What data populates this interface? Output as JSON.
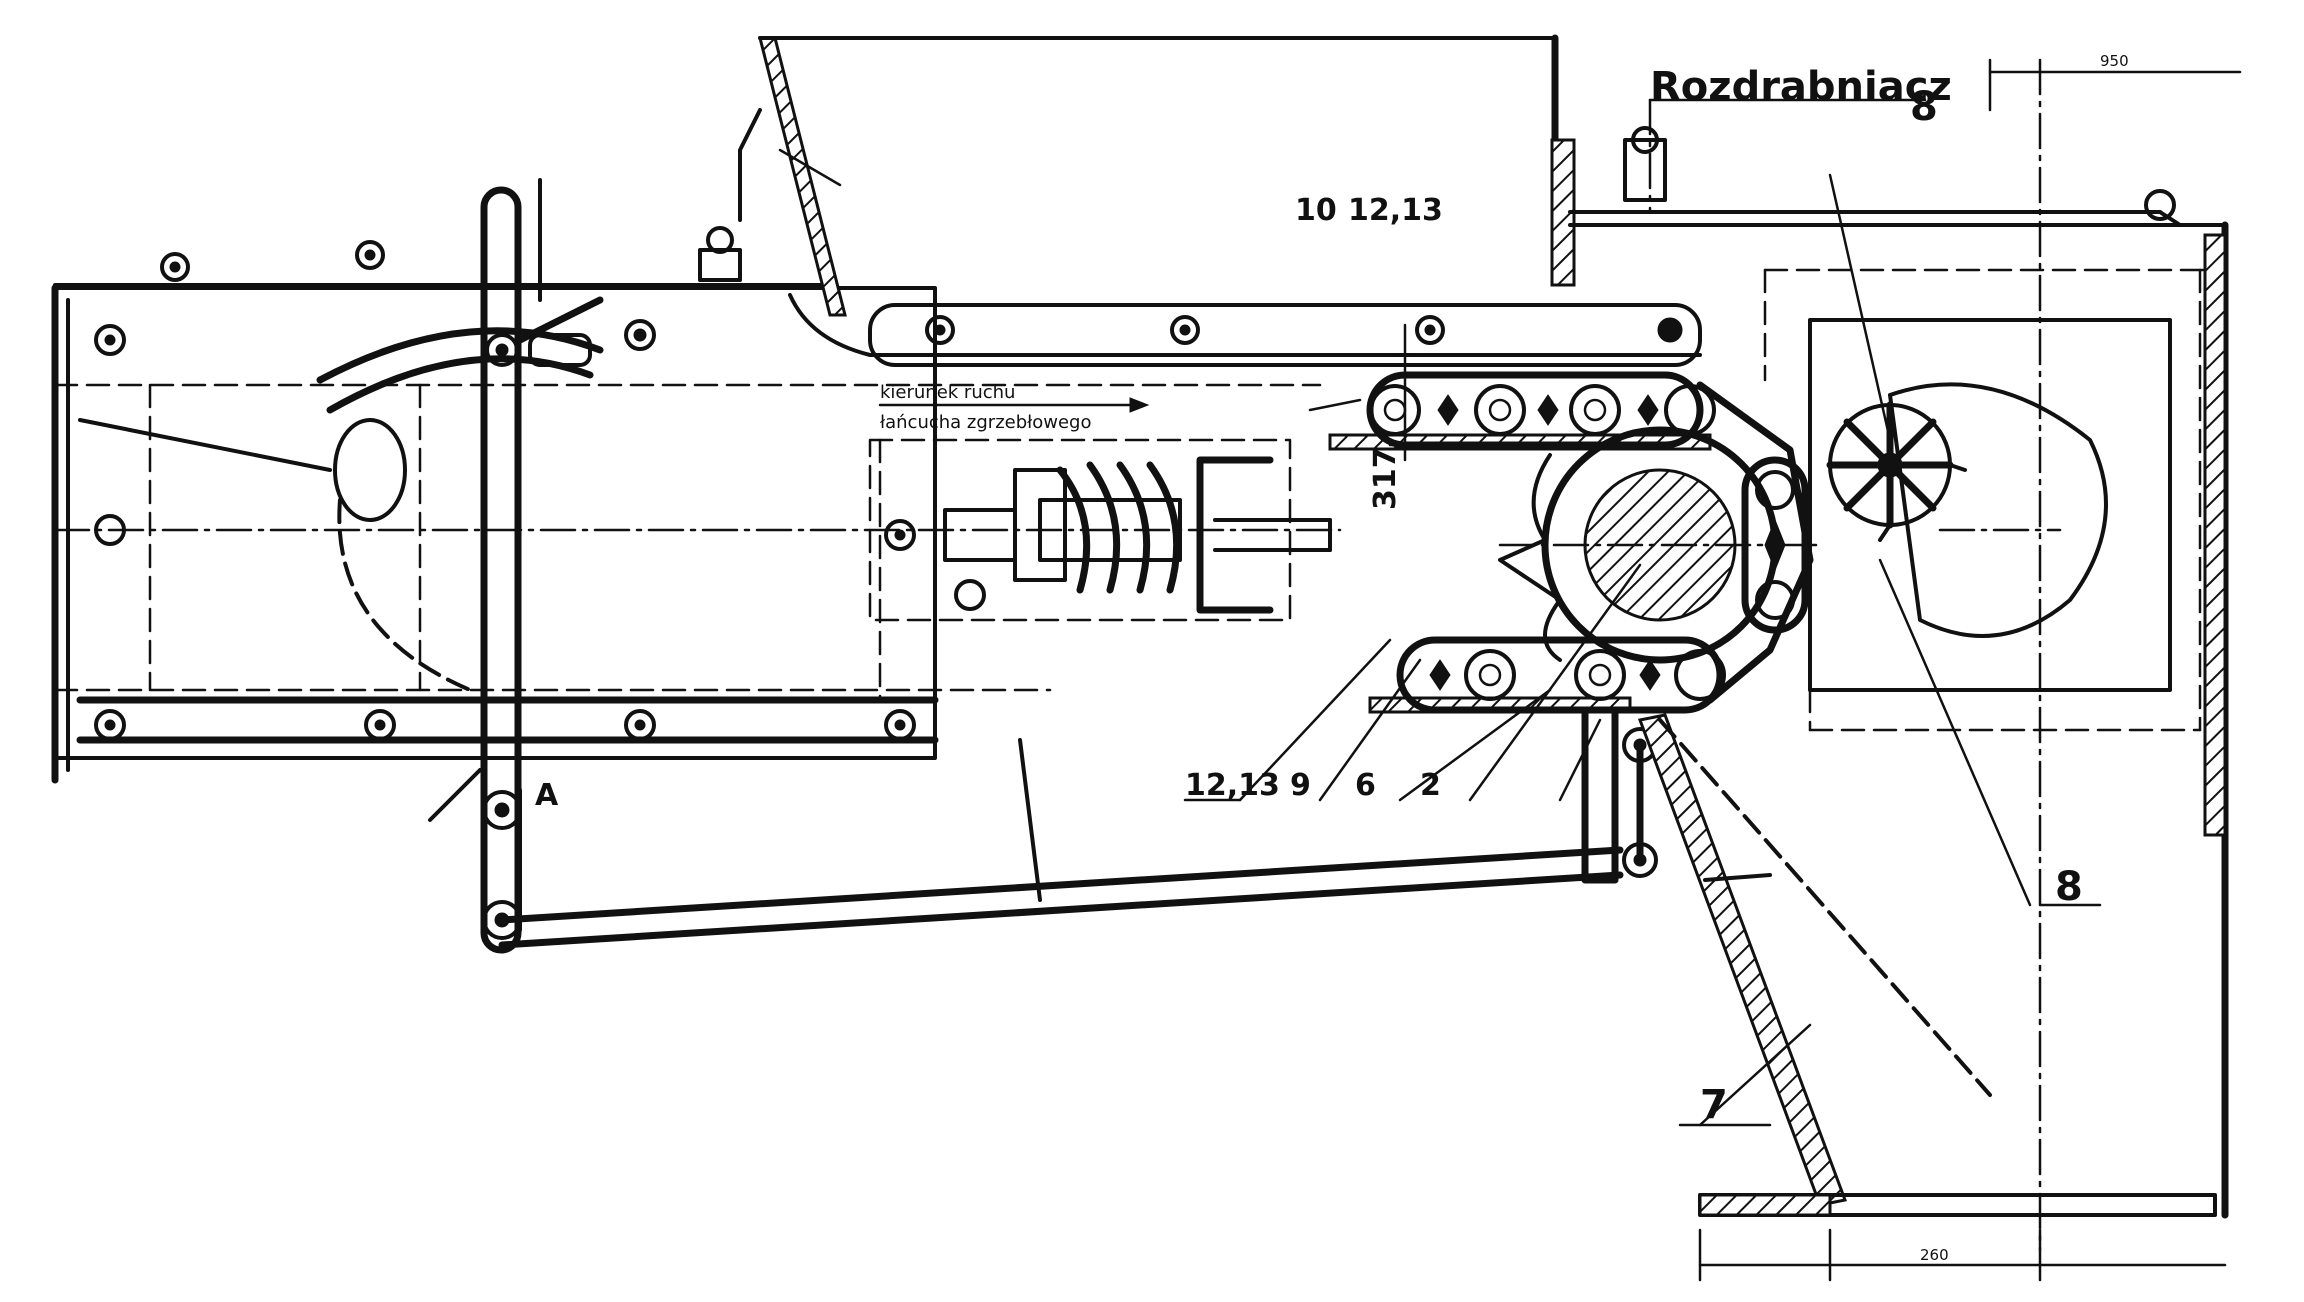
{
  "labels": {
    "rozdrabniacz": "Rozdrabniacz",
    "ref_10": "10",
    "ref_12_13_top": "12,13",
    "ref_8_top": "8",
    "ref_8_right": "8",
    "ref_7": "7",
    "ref_12_13_bottom": "12,13",
    "ref_9": "9",
    "ref_6": "6",
    "ref_2": "2",
    "ref_A": "A",
    "dim_317": "317",
    "dim_950": "950",
    "dim_260": "260",
    "note_line1": "kierunek ruchu",
    "note_line2": "łańcucha zgrzebłowego"
  }
}
